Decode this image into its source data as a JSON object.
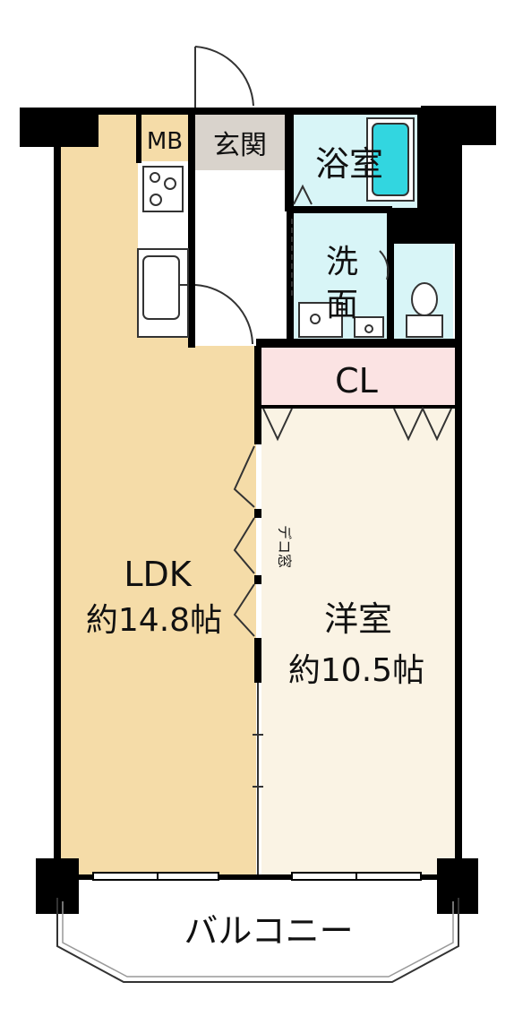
{
  "rooms": {
    "ldk": {
      "name": "LDK",
      "size": "約14.8帖"
    },
    "western": {
      "name": "洋室",
      "size": "約10.5帖"
    },
    "closet": {
      "name": "CL"
    },
    "entrance": {
      "name": "玄関"
    },
    "bath": {
      "name": "浴室"
    },
    "washroom": {
      "name_line1": "洗",
      "name_line2": "面"
    },
    "meter_box": {
      "name": "MB"
    },
    "balcony": {
      "name": "バルコニー"
    },
    "deco_window": {
      "name": "デコ窓"
    }
  },
  "colors": {
    "ldk": "#f5dca8",
    "western": "#faf3e4",
    "closet": "#fbe3e3",
    "bath": "#d8f5f7",
    "tub": "#32d6e0",
    "entrance": "#d9d3cc",
    "wall": "#000000"
  },
  "icons": [
    "stove-icon",
    "sink-icon",
    "tub-icon",
    "toilet-icon",
    "washbasin-icon",
    "washer-pan-icon"
  ]
}
